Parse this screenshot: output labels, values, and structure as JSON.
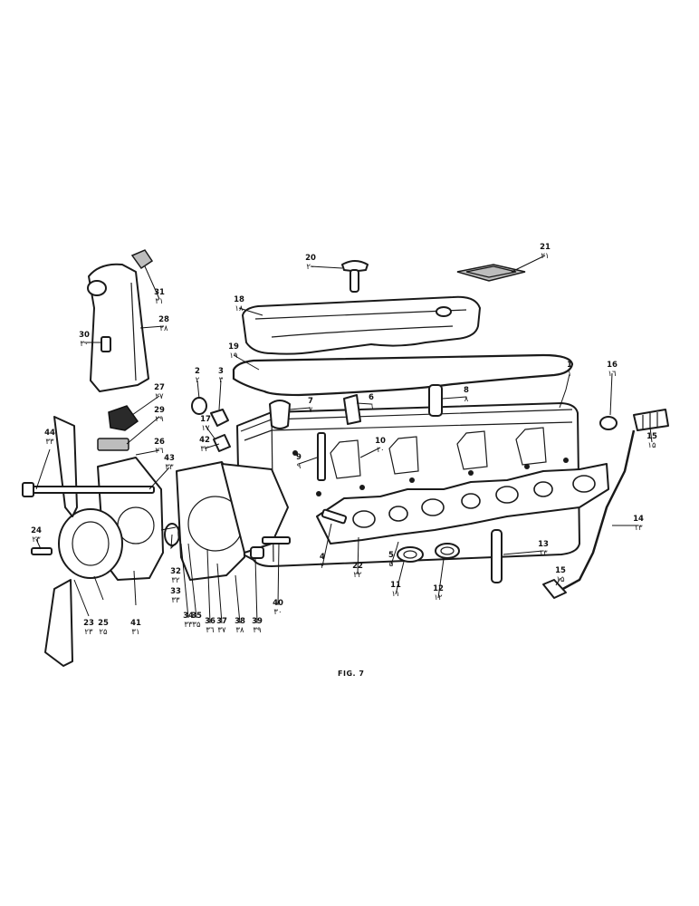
{
  "figure_caption": "FIG. 7",
  "callouts": [
    {
      "number": "1",
      "arabic": "١"
    },
    {
      "number": "2",
      "arabic": "٢"
    },
    {
      "number": "3",
      "arabic": "٣"
    },
    {
      "number": "4",
      "arabic": "٣"
    },
    {
      "number": "5",
      "arabic": "۵"
    },
    {
      "number": "6",
      "arabic": "٦"
    },
    {
      "number": "7",
      "arabic": "٧"
    },
    {
      "number": "8",
      "arabic": "٨"
    },
    {
      "number": "9",
      "arabic": "٩"
    },
    {
      "number": "10",
      "arabic": "١٠"
    },
    {
      "number": "11",
      "arabic": "١١"
    },
    {
      "number": "12",
      "arabic": "١٢"
    },
    {
      "number": "13",
      "arabic": "١٣"
    },
    {
      "number": "14",
      "arabic": "١٣"
    },
    {
      "number": "15",
      "arabic": "١۵"
    },
    {
      "number": "15",
      "arabic": "١۵"
    },
    {
      "number": "16",
      "arabic": "١٦"
    },
    {
      "number": "17",
      "arabic": "١٧"
    },
    {
      "number": "18",
      "arabic": "١٨"
    },
    {
      "number": "19",
      "arabic": "١٩"
    },
    {
      "number": "20",
      "arabic": "٢٠"
    },
    {
      "number": "21",
      "arabic": "٢١"
    },
    {
      "number": "22",
      "arabic": "٢٢"
    },
    {
      "number": "23",
      "arabic": "٢٣"
    },
    {
      "number": "24",
      "arabic": "٢٣"
    },
    {
      "number": "25",
      "arabic": "٢۵"
    },
    {
      "number": "26",
      "arabic": "٢٦"
    },
    {
      "number": "27",
      "arabic": "٢٧"
    },
    {
      "number": "28",
      "arabic": "٢٨"
    },
    {
      "number": "29",
      "arabic": "٢٩"
    },
    {
      "number": "30",
      "arabic": "٣٠"
    },
    {
      "number": "31",
      "arabic": "٣١"
    },
    {
      "number": "32",
      "arabic": "٣٢"
    },
    {
      "number": "33",
      "arabic": "٣٣"
    },
    {
      "number": "34",
      "arabic": "٣٣"
    },
    {
      "number": "35",
      "arabic": "٣۵"
    },
    {
      "number": "36",
      "arabic": "٣٦"
    },
    {
      "number": "37",
      "arabic": "٣٧"
    },
    {
      "number": "38",
      "arabic": "٣٨"
    },
    {
      "number": "39",
      "arabic": "٣٩"
    },
    {
      "number": "40",
      "arabic": "٣٠"
    },
    {
      "number": "41",
      "arabic": "٣١"
    },
    {
      "number": "42",
      "arabic": "٣٢"
    },
    {
      "number": "43",
      "arabic": "٣٣"
    },
    {
      "number": "44",
      "arabic": "٣٣"
    }
  ]
}
